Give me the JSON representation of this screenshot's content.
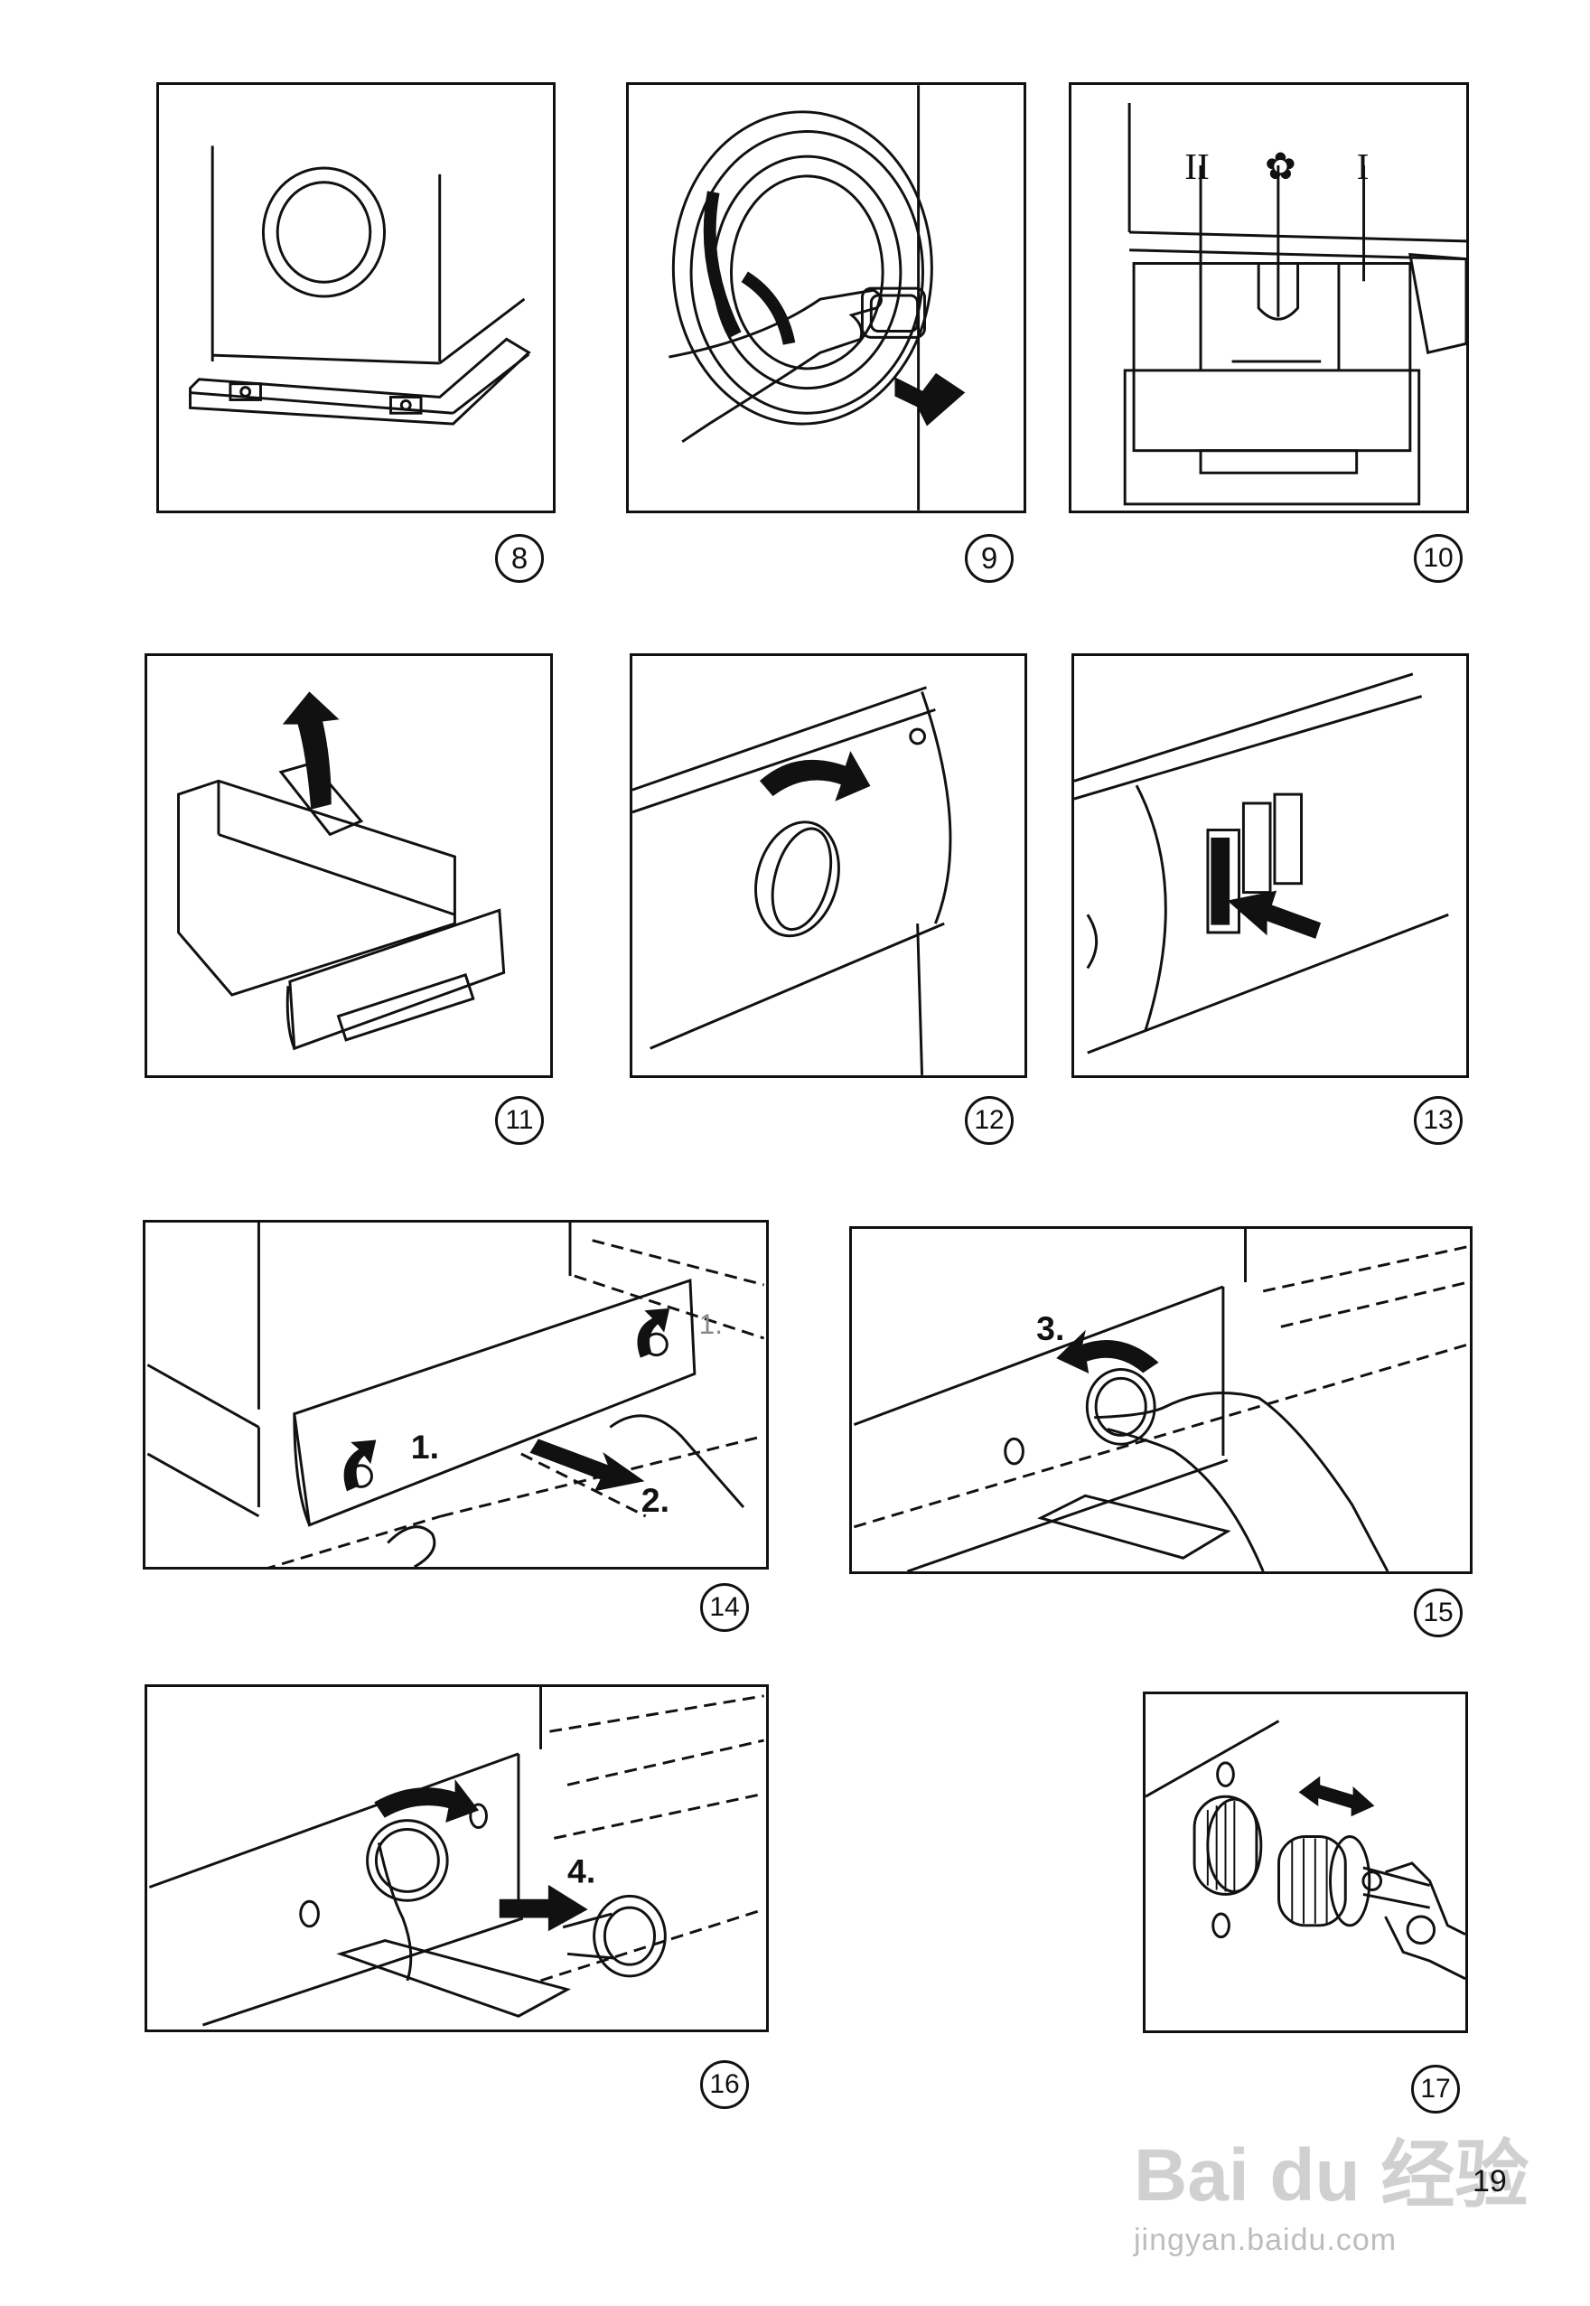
{
  "page": {
    "number": "19"
  },
  "figures": [
    {
      "id": "fig8",
      "label": "8"
    },
    {
      "id": "fig9",
      "label": "9"
    },
    {
      "id": "fig10",
      "label": "10",
      "compartments": [
        "II",
        "✿",
        "I"
      ]
    },
    {
      "id": "fig11",
      "label": "11"
    },
    {
      "id": "fig12",
      "label": "12"
    },
    {
      "id": "fig13",
      "label": "13"
    },
    {
      "id": "fig14",
      "label": "14",
      "steps": [
        "1.",
        "1.",
        "2."
      ]
    },
    {
      "id": "fig15",
      "label": "15",
      "steps": [
        "3."
      ]
    },
    {
      "id": "fig16",
      "label": "16",
      "steps": [
        "4."
      ]
    },
    {
      "id": "fig17",
      "label": "17"
    }
  ],
  "watermark": {
    "brand": "Bai du 经验",
    "url": "jingyan.baidu.com"
  }
}
